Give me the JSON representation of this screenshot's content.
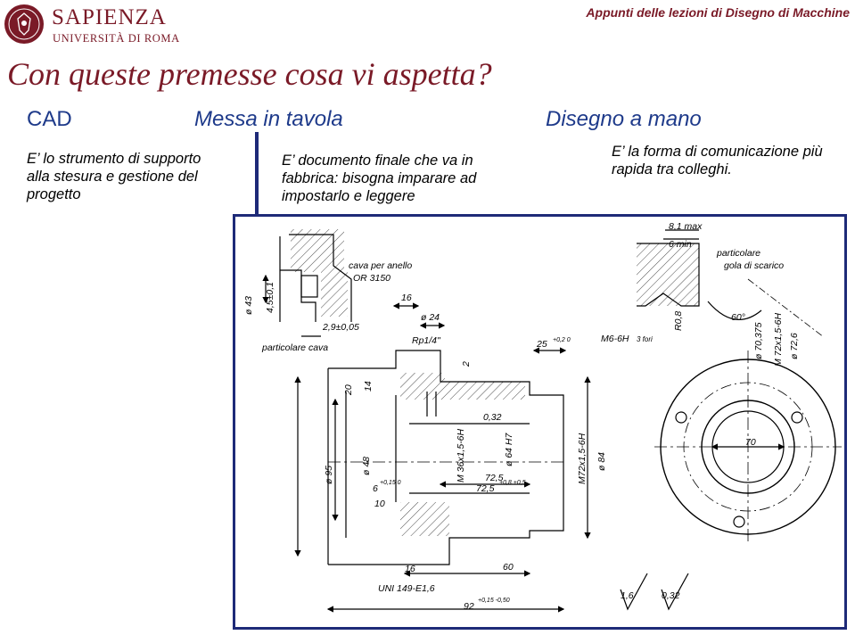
{
  "header": {
    "logo_name": "SAPIENZA",
    "logo_sub": "UNIVERSITÀ DI ROMA",
    "title": "Appunti delle lezioni di Disegno di Macchine"
  },
  "slide": {
    "title": "Con queste premesse cosa vi aspetta?"
  },
  "columns": {
    "cad": {
      "heading": "CAD",
      "text": "E’ lo strumento di supporto alla stesura e gestione del progetto"
    },
    "tavola": {
      "heading": "Messa in tavola",
      "text": "E’ documento finale che va in fabbrica: bisogna imparare ad impostarlo e leggere"
    },
    "mano": {
      "heading": "Disegno a mano",
      "text": "E’ la forma di comunicazione più rapida tra colleghi."
    }
  },
  "drawing": {
    "annotations": {
      "cava": "cava per anello",
      "or": "OR 3150",
      "particolare_cava": "particolare cava",
      "d43": "ø 43",
      "d45": "4,5±0,1",
      "d29": "2,9±0,05",
      "d16top": "16",
      "d24": "ø 24",
      "rp": "Rp1/4\"",
      "d25": "25",
      "d25tol": "+0,2 0",
      "m6": "M6-6H",
      "fori": "3 fori",
      "d2": "2",
      "d20": "20",
      "d14": "14",
      "d032": "0,32",
      "m36": "M 36x1,5-6H",
      "d64": "ø 64 H7",
      "m72": "M72x1,5-6H",
      "d84": "ø 84",
      "d95": "ø 95",
      "d48": "ø 48",
      "d6": "6",
      "d6tol": "+0,15 0",
      "d10": "10",
      "d725a": "72,5",
      "d725b": "72,5",
      "d725tol": "+0,8 +0,5",
      "d16bot": "16",
      "d60": "60",
      "uni": "UNI 149-E1,6",
      "d92": "92",
      "d92tol": "+0,15 -0,50",
      "d81": "8,1 max",
      "d6min": "6 min",
      "particolare_gola": "particolare",
      "gola_scarico": "gola di scarico",
      "r08": "R0,8",
      "d60deg": "60°",
      "d70375": "ø 70,375",
      "m72b": "M 72x1,5-6H",
      "d726": "ø 72,6",
      "d70": "70",
      "r16": "1,6",
      "r032": "0,32"
    }
  },
  "colors": {
    "brand": "#7a1a27",
    "heading_blue": "#1e3a8a",
    "frame": "#1e2a78"
  }
}
